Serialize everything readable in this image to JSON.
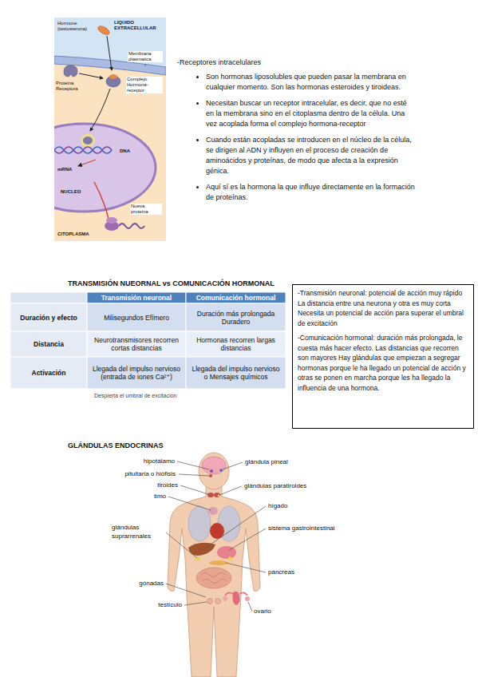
{
  "diagram": {
    "nodes": [
      {
        "text": [
          "-Transmisión neuronal: potencial de acción muy rápido La distancia entre una neurona y otra es muy corta Necesita un potencial de acción para superar el umbral de excitación",
          "-Comunicación hormonal: duración más prolongada, le cuesta más hacer efecto. Las distancias que recorren son mayores Hay glándulas que empiezan a segregar hormonas porque le ha llegado un potencial de acción y otras se ponen en marcha porque les ha llegado la influencia de una hormona."
        ]
      }
    ],
    "labels": [
      "Hormone (testosterona)",
      "LIQUIDO EXTRACELLULAR",
      "Membrana plasmatica",
      "Proteina Receptora",
      "Complejo Hormona-receptor",
      "DNA",
      "mRNA",
      "NUCLEO",
      "Nueva proteina",
      "CITOPLASMA",
      "-Receptores intracelulares",
      "Son hormonas liposolubles que pueden pasar la membrana en cualquier momento. Son las hormonas esteroides y tiroideas.",
      "Necesitan buscar un receptor intracelular, es decir, que no esté en la membrana sino en el citoplasma dentro de la célula. Una vez acoplada forma el complejo hormona-receptor",
      "Cuando están acopladas se introducen en el núcleo de la célula, se dirigen al ADN y influyen en el proceso de creación de aminoácidos y proteínas, de modo que afecta a la expresión génica.",
      "Aquí sí es la hormona la que influye directamente en la formación de proteínas.",
      "TRANSMISIÓN NUEORNAL vs COMUNICACIÓN HORMONAL",
      "Transmisión neuronal",
      "Comunicación hormonal",
      "Duración y efecto",
      "Milisegundos Efímero",
      "Duración más prolongada Duradero",
      "Distancia",
      "Neurotransmisores recorren cortas distancias",
      "Hormonas recorren largas distancias",
      "Activación",
      "Llegada del impulso nervioso (entrada de iones Ca²⁺)",
      "Llegada del impulso nervioso o Mensajes químicos",
      "Despierta el umbral de excitación",
      "GLÁNDULAS ENDOCRINAS",
      "hipotálamo",
      "pituitaria o hiófisis",
      "tiroides",
      "timo",
      "glándulas suprarrenales",
      "gónadas",
      "testículo",
      "glándula pineal",
      "glándulas paratiroides",
      "hígado",
      "sistema gastrointestinal",
      "páncreas",
      "ovario"
    ]
  }
}
